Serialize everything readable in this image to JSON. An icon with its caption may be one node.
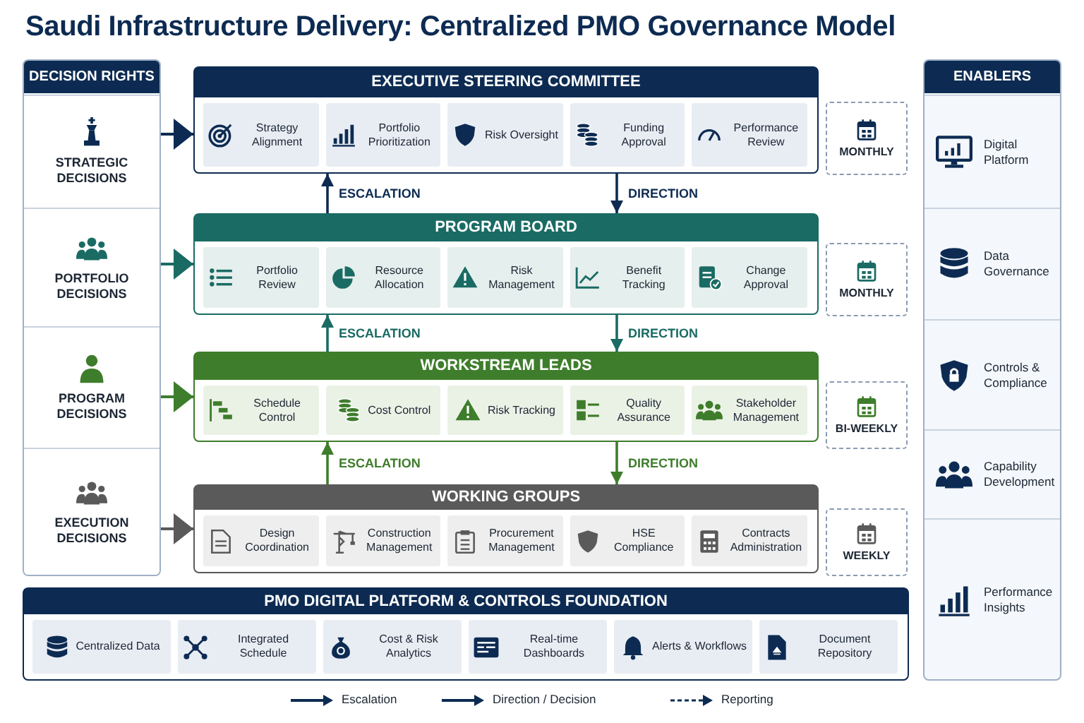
{
  "diagram": {
    "title": "Saudi Infrastructure Delivery: Centralized PMO Governance Model",
    "nodes": [
      {
        "text": [
          "DECISION RIGHTS"
        ]
      },
      {
        "text": [
          "STRATEGIC DECISIONS"
        ],
        "in": 0
      },
      {
        "text": [
          "PORTFOLIO DECISIONS"
        ],
        "in": 0
      },
      {
        "text": [
          "PROGRAM DECISIONS"
        ],
        "in": 0
      },
      {
        "text": [
          "EXECUTION DECISIONS"
        ],
        "in": 0
      },
      {
        "text": [
          "EXECUTIVE STEERING COMMITTEE"
        ]
      },
      {
        "text": [
          "Strategy Alignment"
        ],
        "in": 5
      },
      {
        "text": [
          "Portfolio Prioritization"
        ],
        "in": 5
      },
      {
        "text": [
          "Risk Oversight"
        ],
        "in": 5
      },
      {
        "text": [
          "Funding Approval"
        ],
        "in": 5
      },
      {
        "text": [
          "Performance Review"
        ],
        "in": 5
      },
      {
        "text": [
          "MONTHLY"
        ]
      },
      {
        "text": [
          "PROGRAM BOARD"
        ]
      },
      {
        "text": [
          "Portfolio Review"
        ],
        "in": 12
      },
      {
        "text": [
          "Resource Allocation"
        ],
        "in": 12
      },
      {
        "text": [
          "Risk Management"
        ],
        "in": 12
      },
      {
        "text": [
          "Benefit Tracking"
        ],
        "in": 12
      },
      {
        "text": [
          "Change Approval"
        ],
        "in": 12
      },
      {
        "text": [
          "MONTHLY"
        ]
      },
      {
        "text": [
          "WORKSTREAM LEADS"
        ]
      },
      {
        "text": [
          "Schedule Control"
        ],
        "in": 19
      },
      {
        "text": [
          "Cost Control"
        ],
        "in": 19
      },
      {
        "text": [
          "Risk Tracking"
        ],
        "in": 19
      },
      {
        "text": [
          "Quality Assurance"
        ],
        "in": 19
      },
      {
        "text": [
          "Stakeholder Management"
        ],
        "in": 19
      },
      {
        "text": [
          "BI-WEEKLY"
        ]
      },
      {
        "text": [
          "WORKING GROUPS"
        ]
      },
      {
        "text": [
          "Design Coordination"
        ],
        "in": 26
      },
      {
        "text": [
          "Construction Management"
        ],
        "in": 26
      },
      {
        "text": [
          "Procurement Management"
        ],
        "in": 26
      },
      {
        "text": [
          "HSE Compliance"
        ],
        "in": 26
      },
      {
        "text": [
          "Contracts Administration"
        ],
        "in": 26
      },
      {
        "text": [
          "WEEKLY"
        ]
      },
      {
        "text": [
          "ENABLERS"
        ]
      },
      {
        "text": [
          "Digital Platform"
        ],
        "in": 33
      },
      {
        "text": [
          "Data Governance"
        ],
        "in": 33
      },
      {
        "text": [
          "Controls & Compliance"
        ],
        "in": 33
      },
      {
        "text": [
          "Capability Development"
        ],
        "in": 33
      },
      {
        "text": [
          "Performance Insights"
        ],
        "in": 33
      },
      {
        "text": [
          "PMO DIGITAL PLATFORM & CONTROLS FOUNDATION"
        ]
      },
      {
        "text": [
          "Centralized Data"
        ],
        "in": 39
      },
      {
        "text": [
          "Integrated Schedule"
        ],
        "in": 39
      },
      {
        "text": [
          "Cost & Risk Analytics"
        ],
        "in": 39
      },
      {
        "text": [
          "Real-time Dashboards"
        ],
        "in": 39
      },
      {
        "text": [
          "Alerts & Workflows"
        ],
        "in": 39
      },
      {
        "text": [
          "Document Repository"
        ],
        "in": 39
      }
    ],
    "edges": [
      {
        "from": 1,
        "to": 5,
        "arrow": "to",
        "color": "#0d2b52"
      },
      {
        "from": 12,
        "to": 5,
        "arrow": "to",
        "label": "ESCALATION",
        "color": "#0d2b52"
      },
      {
        "from": 5,
        "to": 12,
        "arrow": "to",
        "label": "DIRECTION",
        "color": "#0d2b52"
      },
      {
        "from": 2,
        "to": 12,
        "arrow": "to",
        "color": "#1a6b64"
      },
      {
        "from": 19,
        "to": 12,
        "arrow": "to",
        "label": "ESCALATION",
        "color": "#1a6b64"
      },
      {
        "from": 12,
        "to": 19,
        "arrow": "to",
        "label": "DIRECTION",
        "color": "#1a6b64"
      },
      {
        "from": 3,
        "to": 19,
        "arrow": "to",
        "color": "#3e7d2b"
      },
      {
        "from": 26,
        "to": 19,
        "arrow": "to",
        "label": "ESCALATION",
        "color": "#3e7d2b"
      },
      {
        "from": 19,
        "to": 26,
        "arrow": "to",
        "label": "DIRECTION",
        "color": "#3e7d2b"
      },
      {
        "from": 4,
        "to": 26,
        "arrow": "to",
        "color": "#5a5a5a"
      }
    ],
    "legend": [
      {
        "text": "Escalation"
      },
      {
        "text": "Direction / Decision"
      },
      {
        "text": "Reporting"
      }
    ]
  }
}
